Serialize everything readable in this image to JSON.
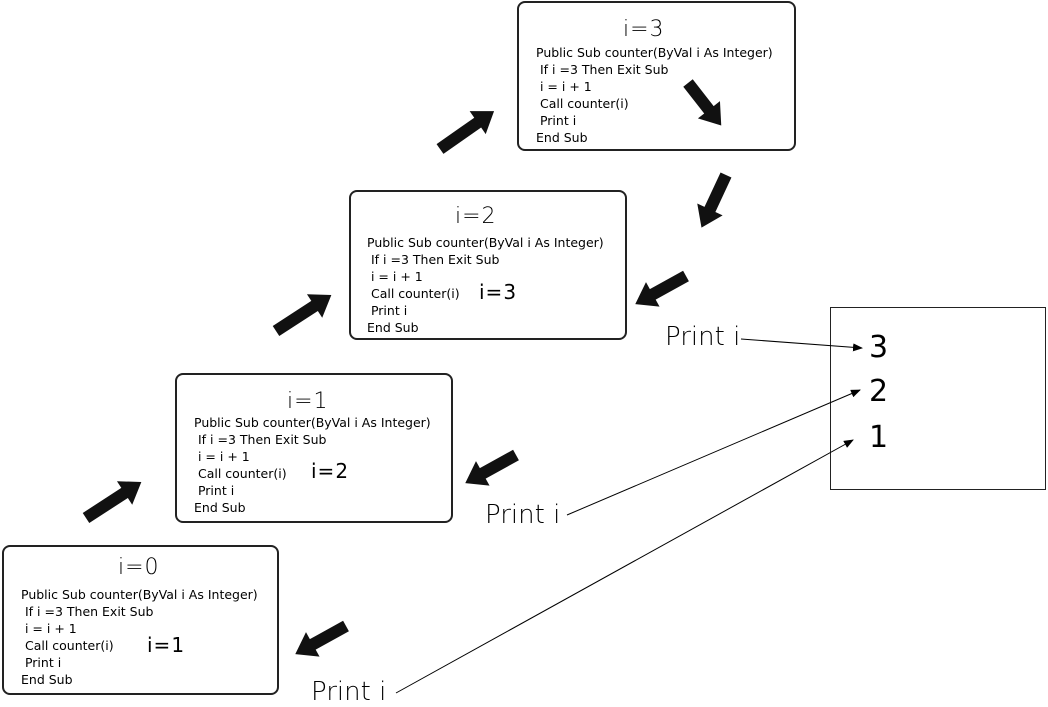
{
  "frames": [
    {
      "id": "frame-i0",
      "title": "i=0",
      "inline": "i=1",
      "code": [
        "Public Sub counter(ByVal i As Integer)",
        " If i =3 Then Exit Sub",
        " i = i + 1",
        " Call counter(i)",
        " Print i",
        "End Sub"
      ]
    },
    {
      "id": "frame-i1",
      "title": "i=1",
      "inline": "i=2",
      "code": [
        "Public Sub counter(ByVal i As Integer)",
        " If i =3 Then Exit Sub",
        " i = i + 1",
        " Call counter(i)",
        " Print i",
        "End Sub"
      ]
    },
    {
      "id": "frame-i2",
      "title": "i=2",
      "inline": "i=3",
      "code": [
        "Public Sub counter(ByVal i As Integer)",
        " If i =3 Then Exit Sub",
        " i = i + 1",
        " Call counter(i)",
        " Print i",
        "End Sub"
      ]
    },
    {
      "id": "frame-i3",
      "title": "i=3",
      "inline": "",
      "code": [
        "Public Sub counter(ByVal i As Integer)",
        " If i =3 Then Exit Sub",
        " i = i + 1",
        " Call counter(i)",
        " Print i",
        "End Sub"
      ]
    }
  ],
  "print_labels": [
    "Print i",
    "Print i",
    "Print i"
  ],
  "output_values": [
    "3",
    "2",
    "1"
  ]
}
